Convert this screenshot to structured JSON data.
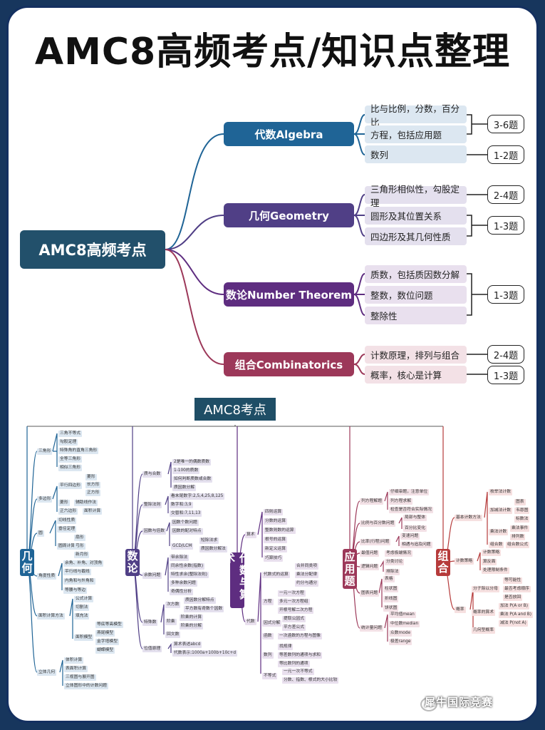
{
  "title": "AMC8高频考点/知识点整理",
  "mindmap1": {
    "root": "AMC8高频考点",
    "branches": [
      {
        "label": "代数Algebra",
        "color": "#1f6496",
        "leafBg": "#dce7f1",
        "items": [
          "比与比例，分数，百分比",
          "方程，包括应用题",
          "数列"
        ],
        "pills": [
          "3-6题",
          "1-2题"
        ]
      },
      {
        "label": "几何Geometry",
        "color": "#503f86",
        "leafBg": "#e4e0ee",
        "items": [
          "三角形相似性，勾股定理",
          "圆形及其位置关系",
          "四边形及其几何性质"
        ],
        "pills": [
          "2-4题",
          "1-3题"
        ]
      },
      {
        "label": "数论Number Theorem",
        "color": "#5e2d80",
        "leafBg": "#e9e0ee",
        "items": [
          "质数，包括质因数分解",
          "整数，数位问题",
          "整除性"
        ],
        "pills": [
          "1-3题"
        ]
      },
      {
        "label": "组合Combinatorics",
        "color": "#9c3859",
        "leafBg": "#f3e1e6",
        "items": [
          "计数原理，排列与组合",
          "概率，核心是计算"
        ],
        "pills": [
          "2-4题",
          "1-3题"
        ]
      }
    ]
  },
  "mindmap2": {
    "root": "AMC8考点",
    "jihe": {
      "label": "几何",
      "groups": [
        {
          "label": "三角形",
          "items": [
            "三角不等式",
            "勾股定理",
            "特殊角的直角三角形",
            "全等三角形",
            "相似三角形"
          ]
        },
        {
          "label": "多边形",
          "items": [
            "平行四边形",
            "菱形",
            "正六边形"
          ],
          "sub": {
            "平行四边形": [
              "菱形",
              "长方形",
              "正方形"
            ],
            "梯形": [
              "辅助线作法"
            ],
            "正六边形": [
              "面积计算"
            ]
          }
        },
        {
          "label": "圆",
          "items": [
            "切线性质",
            "垂径定理",
            "圆周计算"
          ],
          "sub2": [
            "扇形",
            "弓形",
            "新月形"
          ]
        },
        {
          "label": "角度性质",
          "items": [
            "余角、补角、对顶角",
            "平行线与截线",
            "内角和与外角和",
            "等腰与等边"
          ]
        },
        {
          "label": "面积计算方法",
          "items": [
            "公式计算",
            "切割法",
            "填充法",
            "面积模型"
          ],
          "model": [
            "等底等高模型",
            "燕尾模型",
            "金字塔模型",
            "蝴蝶模型"
          ]
        },
        {
          "label": "立体几何",
          "items": [
            "体积计算",
            "表面积计算",
            "三视图与展开图",
            "立体图形中的计数问题"
          ]
        }
      ]
    },
    "shulun": {
      "label": "数论",
      "groups": [
        {
          "label": "质与合数",
          "items": [
            "2是唯一的偶数质数",
            "1-100的质数",
            "如何判断质数或合数",
            "质因数分解"
          ]
        },
        {
          "label": "整除法则",
          "items": [
            "看末尾数字:2,5,4,25,8,125",
            "数字和:3,9",
            "交替和:7,11,13"
          ]
        },
        {
          "label": "因数与倍数",
          "items": [
            "因数个数问题",
            "因数的配对特点",
            "GCD/LCM",
            "短除法求",
            "质因数分解法"
          ]
        },
        {
          "label": "余数问题",
          "items": [
            "带余除法",
            "同余性余数(指数)",
            "特性求余(整除法则)",
            "多种余数问题",
            "奇偶性分析"
          ]
        },
        {
          "label": "特殊数",
          "items": [
            "次方数",
            "质因数分解特点",
            "平方数有奇数个因数",
            "阶乘",
            "阶乘的计算",
            "阶乘的分解",
            "回文数"
          ]
        },
        {
          "label": "位值原理",
          "items": [
            "算术表述abcd",
            "代数表示:1000a+100b+10c+d"
          ]
        }
      ]
    },
    "daishu": {
      "label": "代数与算术",
      "groups": [
        {
          "label": "算术",
          "items": [
            "四则运算",
            "分数的运算",
            "整数则数的运算",
            "根号的运算",
            "新定义运算",
            "巧算技巧"
          ]
        },
        {
          "label": "代数",
          "items": [
            "代数式的运算",
            "合并同类项",
            "乘法分配律",
            "约分与通分",
            "方程",
            "一元一次方程",
            "多元一次方程组",
            "开根号解二次方程",
            "因式分解",
            "提取公因式",
            "平方差公式",
            "函数",
            "一次函数的方程与图像",
            "数列",
            "找规律",
            "等差数列的通项与求和",
            "等比数列的通项",
            "不等式",
            "一元一次不等式",
            "分数、指数、根式的大小比较"
          ]
        }
      ]
    },
    "yingyong": {
      "label": "应用题",
      "groups": [
        {
          "label": "列方程解题",
          "items": [
            "仔细审题，注意单位",
            "列方程求解",
            "检查是否符合实际情况"
          ]
        },
        {
          "label": "比例与百分数问题",
          "items": [
            "局部与整体",
            "百分比变化"
          ]
        },
        {
          "label": "比率(行程)问题",
          "items": [
            "变速问题",
            "相遇与追及问题"
          ]
        },
        {
          "label": "最值问题",
          "items": [
            "考虑极端情况"
          ]
        },
        {
          "label": "逻辑问题",
          "items": [
            "分类讨论",
            "排除法"
          ]
        },
        {
          "label": "图表问题",
          "items": [
            "表格",
            "柱状图",
            "折线图",
            "饼状图"
          ]
        },
        {
          "label": "统计量问题",
          "items": [
            "平均值mean",
            "中位数median",
            "众数mode",
            "极差range"
          ]
        }
      ]
    },
    "zuhe": {
      "label": "组合",
      "groups": [
        {
          "label": "基本计数方法",
          "items": [
            "枚举法计数",
            "加减法计数",
            "乘法计数",
            "组合数"
          ],
          "sub": [
            "图表",
            "韦恩图",
            "标数法",
            "乘法事件",
            "排列数",
            "组合数公式"
          ]
        },
        {
          "label": "计数策略",
          "items": [
            "计数策略",
            "算反面",
            "处理限制条件"
          ]
        },
        {
          "label": "概率",
          "items": [
            "分子除以分母",
            "概率的算术",
            "几何型概率"
          ],
          "sub": [
            "等可能性",
            "最否考虑顺序",
            "是否放回",
            "加法 P(A or B)",
            "乘法 P(A and B)",
            "减法 P(not A)"
          ]
        }
      ]
    }
  },
  "watermark": "犀牛国际竞赛"
}
